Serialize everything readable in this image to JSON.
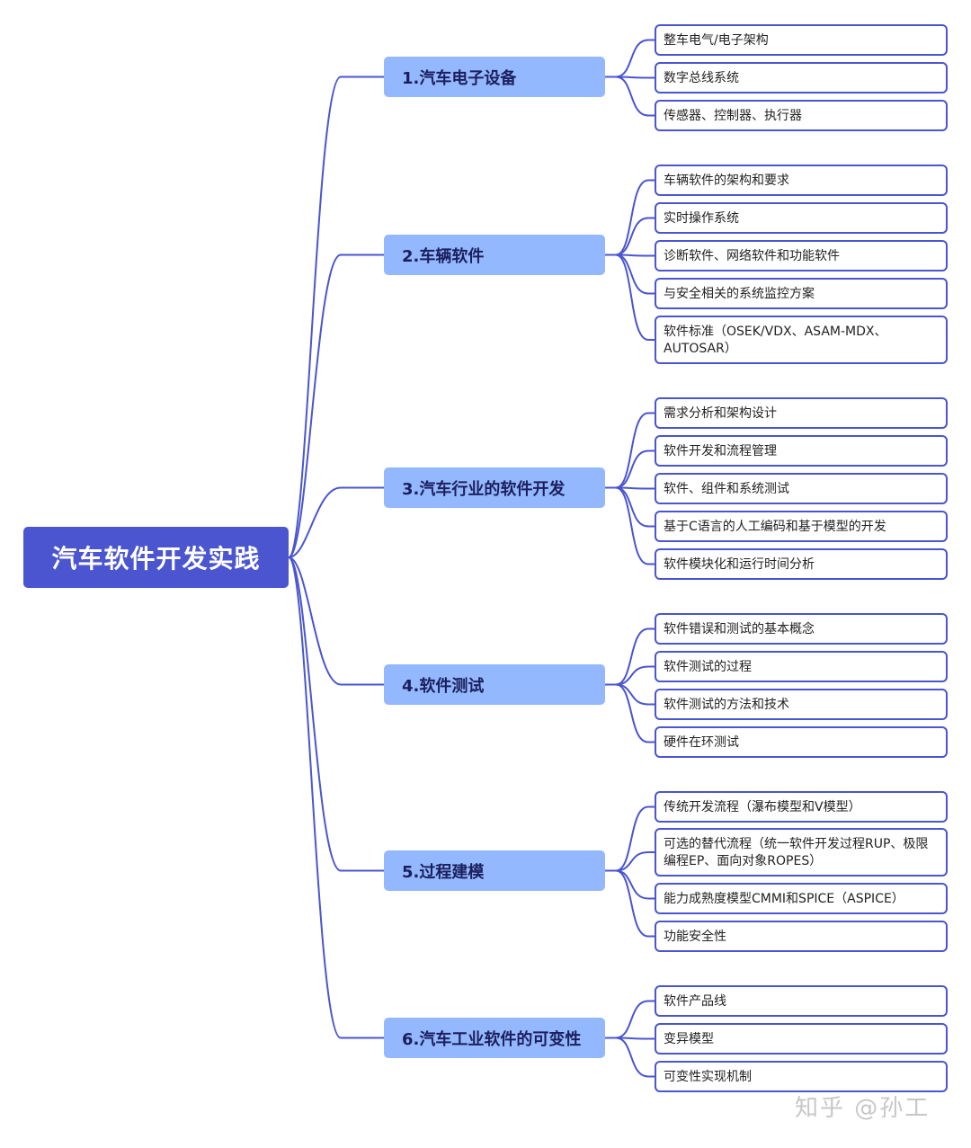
{
  "root": {
    "label": "汽车软件开发实践"
  },
  "branches": [
    {
      "label": "1.汽车电子设备",
      "items": [
        "整车电气/电子架构",
        "数字总线系统",
        "传感器、控制器、执行器"
      ]
    },
    {
      "label": "2.车辆软件",
      "items": [
        "车辆软件的架构和要求",
        "实时操作系统",
        "诊断软件、网络软件和功能软件",
        "与安全相关的系统监控方案",
        "软件标准（OSEK/VDX、ASAM-MDX、AUTOSAR）"
      ]
    },
    {
      "label": "3.汽车行业的软件开发",
      "items": [
        "需求分析和架构设计",
        "软件开发和流程管理",
        "软件、组件和系统测试",
        "基于C语言的人工编码和基于模型的开发",
        "软件模块化和运行时间分析"
      ]
    },
    {
      "label": "4.软件测试",
      "items": [
        "软件错误和测试的基本概念",
        "软件测试的过程",
        "软件测试的方法和技术",
        "硬件在环测试"
      ]
    },
    {
      "label": "5.过程建模",
      "items": [
        "传统开发流程（瀑布模型和V模型）",
        "可选的替代流程（统一软件开发过程RUP、极限编程EP、面向对象ROPES）",
        "能力成熟度模型CMMI和SPICE（ASPICE）",
        "功能安全性"
      ]
    },
    {
      "label": "6.汽车工业软件的可变性",
      "items": [
        "软件产品线",
        "变异模型",
        "可变性实现机制"
      ]
    }
  ],
  "watermark": "知乎 @孙工",
  "colors": {
    "root": "#4a55cf",
    "branch": "#93b8fd",
    "connector": "#4a55cf"
  }
}
